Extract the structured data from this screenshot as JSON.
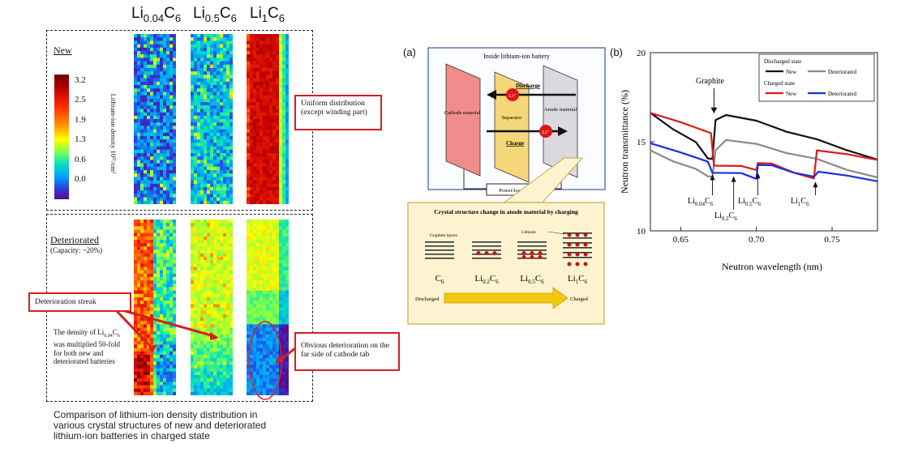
{
  "left": {
    "headers": [
      {
        "base": "Li",
        "sub": "0.04",
        "tail": "C",
        "tail_sub": "6"
      },
      {
        "base": "Li",
        "sub": "0.5",
        "tail": "C",
        "tail_sub": "6"
      },
      {
        "base": "Li",
        "sub": "1",
        "tail": "C",
        "tail_sub": "6"
      }
    ],
    "new_label": "New",
    "det_label": "Deteriorated",
    "det_capacity": "(Capacity: ~20%)",
    "colorbar_title": "Lithium-ion density 10²¹/cm²",
    "colorbar_ticks": [
      "3.2",
      "2.5",
      "1.9",
      "1.3",
      "0.6",
      "0.0"
    ],
    "note_uniform_1": "Uniform distribution",
    "note_uniform_2": "(except winding part)",
    "note_streak": "Deterioration streak",
    "note_density_1": "The density of Li",
    "note_density_sub": "0.04",
    "note_density_2": "C",
    "note_density_sub2": "6",
    "note_density_3": "was multiplied 50-fold",
    "note_density_4": "for both new and",
    "note_density_5": "deteriorated batteries",
    "note_obvious_1": "Obvious deterioration on the",
    "note_obvious_2": "far side of cathode tab",
    "caption_1": "Comparison of lithium-ion density distribution in",
    "caption_2": "various crystal structures of new and deteriorated",
    "caption_3": "lithium-ion batteries in charged state"
  },
  "panel_a": {
    "tag": "(a)",
    "title": "Inside lithium-ion battery",
    "cathode": "Cathode material",
    "separator": "Separator",
    "anode": "Anode material",
    "discharge": "Discharge",
    "charge": "Charge",
    "ion": "Li⁺",
    "power": "Power/load",
    "crystal_title": "Crystal structure change in anode material by charging",
    "graphite_layers": "Graphite layers",
    "lithium": "Lithium",
    "discharged": "Discharged",
    "charged": "Charged",
    "phases": [
      {
        "base": "C",
        "sub": "6",
        "pre": "",
        "pre_sub": ""
      },
      {
        "base": "Li",
        "sub": "0.2",
        "pre": "C",
        "pre_sub": "6"
      },
      {
        "base": "Li",
        "sub": "0.5",
        "pre": "C",
        "pre_sub": "6"
      },
      {
        "base": "Li",
        "sub": "1",
        "pre": "C",
        "pre_sub": "6"
      }
    ]
  },
  "panel_b": {
    "tag": "(b)",
    "graphite_label": "Graphite",
    "phase_labels": [
      "Li0.04C6",
      "Li0.2C6",
      "Li0.5C6",
      "Li1C6"
    ]
  },
  "chart_data": {
    "type": "line",
    "xlabel": "Neutron wavelength (nm)",
    "ylabel": "Neutron transmittance (%)",
    "xlim": [
      0.63,
      0.78
    ],
    "ylim": [
      10,
      20
    ],
    "xticks": [
      "0.65",
      "0.70",
      "0.75"
    ],
    "yticks": [
      "10",
      "15",
      "20"
    ],
    "legend": {
      "discharged_title": "Discharged state",
      "charged_title": "Charged state",
      "new": "New",
      "deteriorated": "Deteriorated"
    },
    "series": [
      {
        "name": "Discharged New",
        "color": "#111111",
        "x": [
          0.63,
          0.645,
          0.66,
          0.668,
          0.671,
          0.673,
          0.68,
          0.7,
          0.72,
          0.74,
          0.76,
          0.78
        ],
        "y": [
          16.7,
          15.7,
          14.9,
          14.1,
          14.0,
          16.3,
          16.5,
          16.1,
          15.6,
          15.1,
          14.6,
          14.0
        ]
      },
      {
        "name": "Discharged Deteriorated",
        "color": "#8a8a8a",
        "x": [
          0.63,
          0.645,
          0.66,
          0.668,
          0.671,
          0.673,
          0.68,
          0.7,
          0.72,
          0.74,
          0.76,
          0.78
        ],
        "y": [
          14.6,
          13.9,
          13.4,
          13.1,
          13.0,
          14.6,
          15.1,
          14.8,
          14.4,
          14.0,
          13.5,
          13.0
        ]
      },
      {
        "name": "Charged New",
        "color": "#e01818",
        "x": [
          0.63,
          0.65,
          0.67,
          0.672,
          0.69,
          0.7,
          0.701,
          0.71,
          0.725,
          0.738,
          0.74,
          0.76,
          0.78
        ],
        "y": [
          16.7,
          16.1,
          15.4,
          13.7,
          13.6,
          13.5,
          13.8,
          13.7,
          13.3,
          12.9,
          14.6,
          14.3,
          13.9
        ]
      },
      {
        "name": "Charged Deteriorated",
        "color": "#1a2ee0",
        "x": [
          0.63,
          0.65,
          0.668,
          0.671,
          0.69,
          0.7,
          0.701,
          0.71,
          0.725,
          0.738,
          0.741,
          0.76,
          0.78
        ],
        "y": [
          15.0,
          14.4,
          13.8,
          13.3,
          13.2,
          13.0,
          13.7,
          13.6,
          13.3,
          13.0,
          13.4,
          13.1,
          12.7
        ]
      }
    ]
  }
}
